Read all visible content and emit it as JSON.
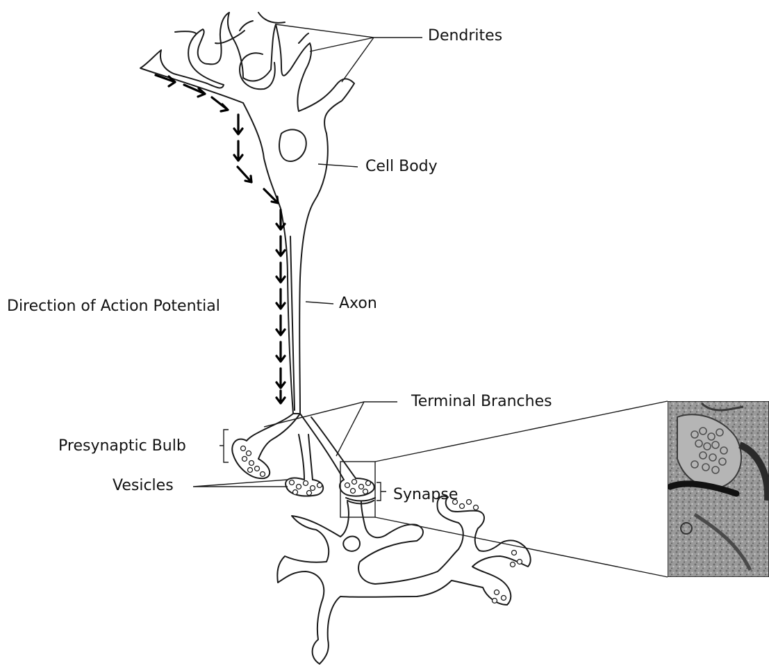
{
  "labels": {
    "dendrites": "Dendrites",
    "cell_body": "Cell Body",
    "axon": "Axon",
    "direction": "Direction of Action Potential",
    "terminal_branches": "Terminal Branches",
    "presynaptic_bulb": "Presynaptic Bulb",
    "vesicles": "Vesicles",
    "synapse": "Synapse"
  },
  "colors": {
    "stroke": "#1a1a1a",
    "arrow": "#000000",
    "background": "#ffffff",
    "micrograph": "#8a8a8a"
  },
  "inset": {
    "kind": "electron micrograph of a synapse (grayscale photo)"
  }
}
